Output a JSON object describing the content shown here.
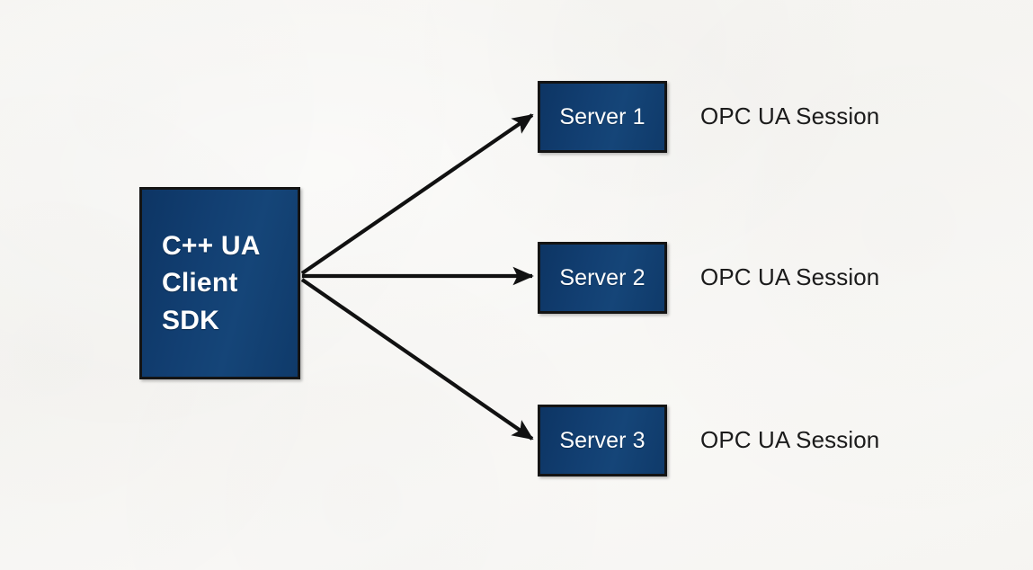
{
  "diagram": {
    "title": "OPC UA client SDK multi-session diagram",
    "background_color": "#f7f6f3",
    "node_fill_color": "#123f72",
    "node_border_color": "#141414",
    "text_color": "#1b1b1b",
    "node_text_color": "#ffffff",
    "arrow_color": "#111111"
  },
  "client": {
    "label": "C++ UA\nClient\nSDK",
    "line1": "C++ UA",
    "line2": "Client",
    "line3": "SDK"
  },
  "servers": [
    {
      "label": "Server 1",
      "session": "OPC UA Session"
    },
    {
      "label": "Server 2",
      "session": "OPC UA Session"
    },
    {
      "label": "Server 3",
      "session": "OPC UA Session"
    }
  ],
  "connections": [
    {
      "from": "C++ UA Client SDK",
      "to": "Server 1",
      "kind": "arrow"
    },
    {
      "from": "C++ UA Client SDK",
      "to": "Server 2",
      "kind": "arrow"
    },
    {
      "from": "C++ UA Client SDK",
      "to": "Server 3",
      "kind": "arrow"
    }
  ]
}
